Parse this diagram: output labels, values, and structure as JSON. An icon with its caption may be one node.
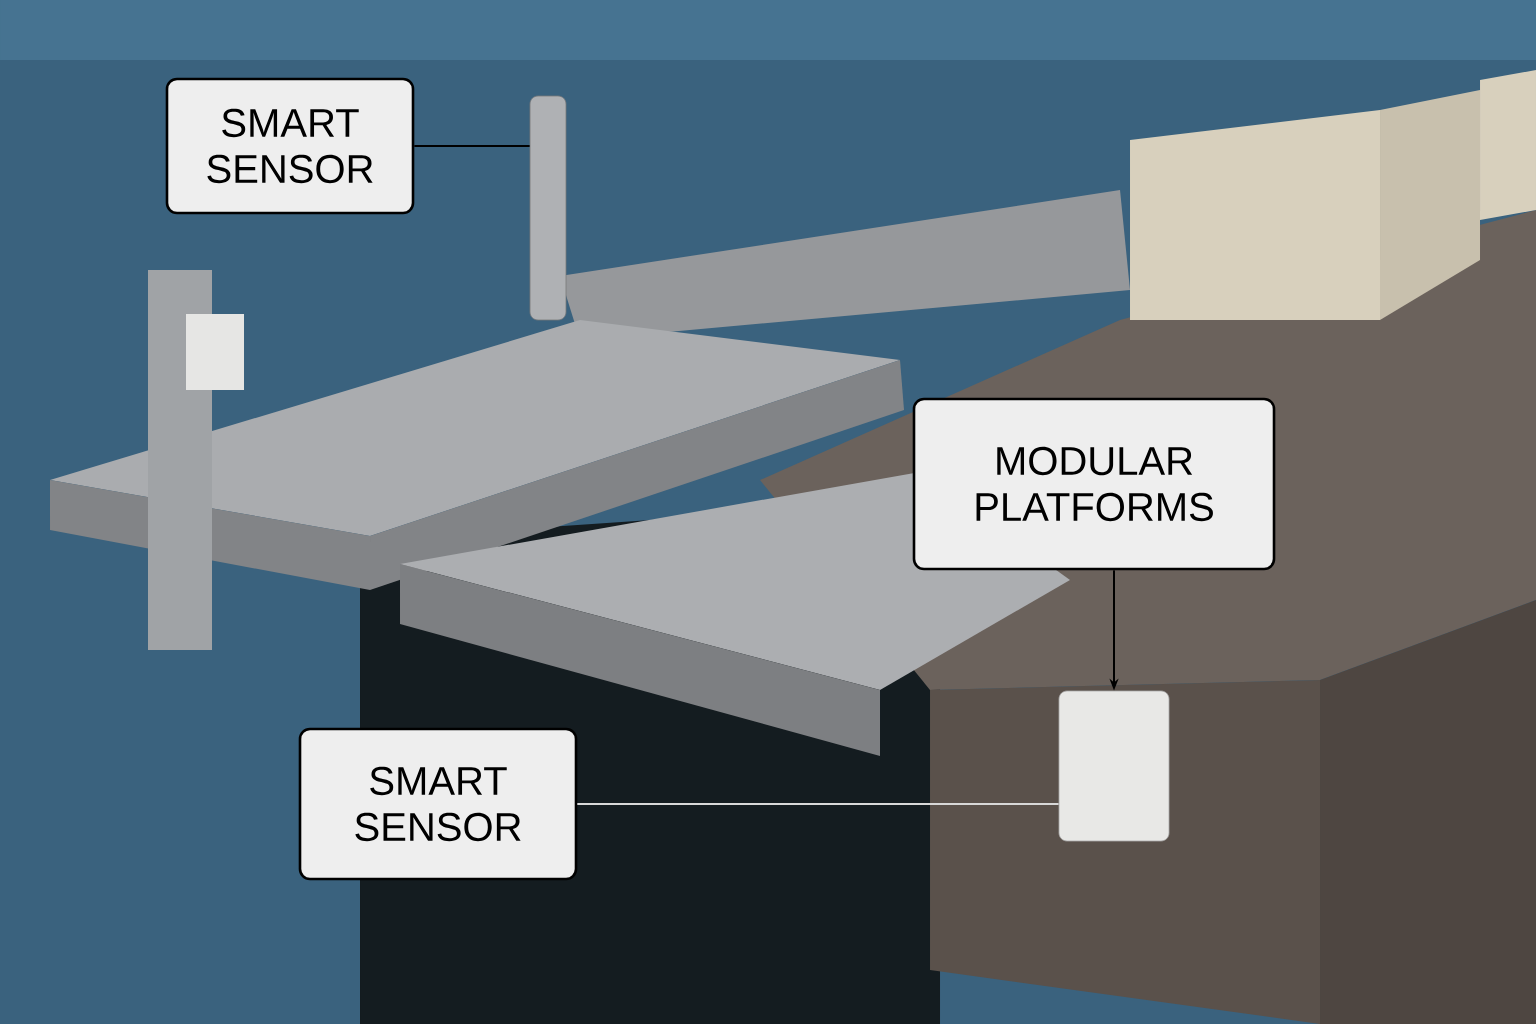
{
  "diagram": {
    "nodes": [
      {
        "text": [
          "SMART SENSOR"
        ]
      },
      {
        "text": [],
        "shape": "cylinder"
      },
      {
        "text": [
          "MODULAR PLATFORMS"
        ]
      },
      {
        "text": [],
        "shape": "box"
      },
      {
        "text": [
          "SMART SENSOR"
        ]
      }
    ],
    "edges": [
      {
        "from": 0,
        "to": 1,
        "arrow": "none"
      },
      {
        "from": 2,
        "to": 3,
        "arrow": "to"
      },
      {
        "from": 4,
        "to": 3,
        "arrow": "none",
        "color": "#d8d8d8"
      }
    ]
  }
}
